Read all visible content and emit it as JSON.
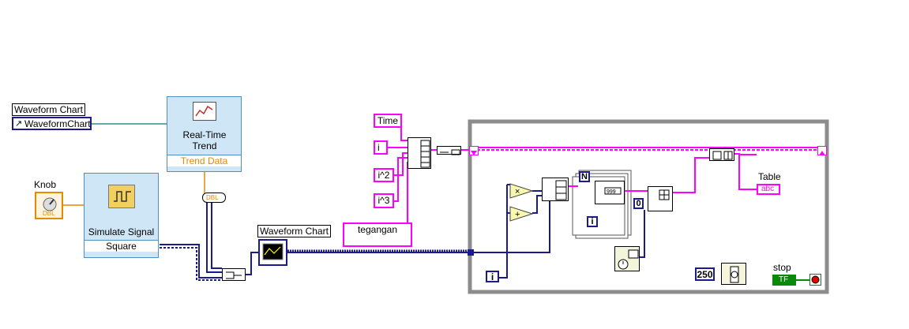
{
  "waveform_chart_ref": {
    "label": "Waveform Chart",
    "ref_text": "WaveformChart"
  },
  "realtime_trend": {
    "title": "Real-Time Trend",
    "output": "Trend Data"
  },
  "knob": {
    "label": "Knob",
    "type": "DBL"
  },
  "simulate_signal": {
    "title": "Simulate Signal",
    "output": "Square"
  },
  "waveform_chart_terminal": {
    "label": "Waveform Chart"
  },
  "headers": {
    "h0": "Time",
    "h1": "i",
    "h2": "i^2",
    "h3": "i^3"
  },
  "string_const": {
    "text": "tegangan"
  },
  "loop_n": "N",
  "inner_iter": "i",
  "outer_iter": "i",
  "index_const": "0",
  "wait_const": "250",
  "table": {
    "label": "Table",
    "type": "abc"
  },
  "stop": {
    "label": "stop",
    "type": "TF"
  },
  "colors": {
    "dynamic_wire": "#1b1b8f",
    "string_wire": "#ff00ff",
    "express_bg": "#cfe6f7",
    "loop_border": "#8c8c8c"
  }
}
